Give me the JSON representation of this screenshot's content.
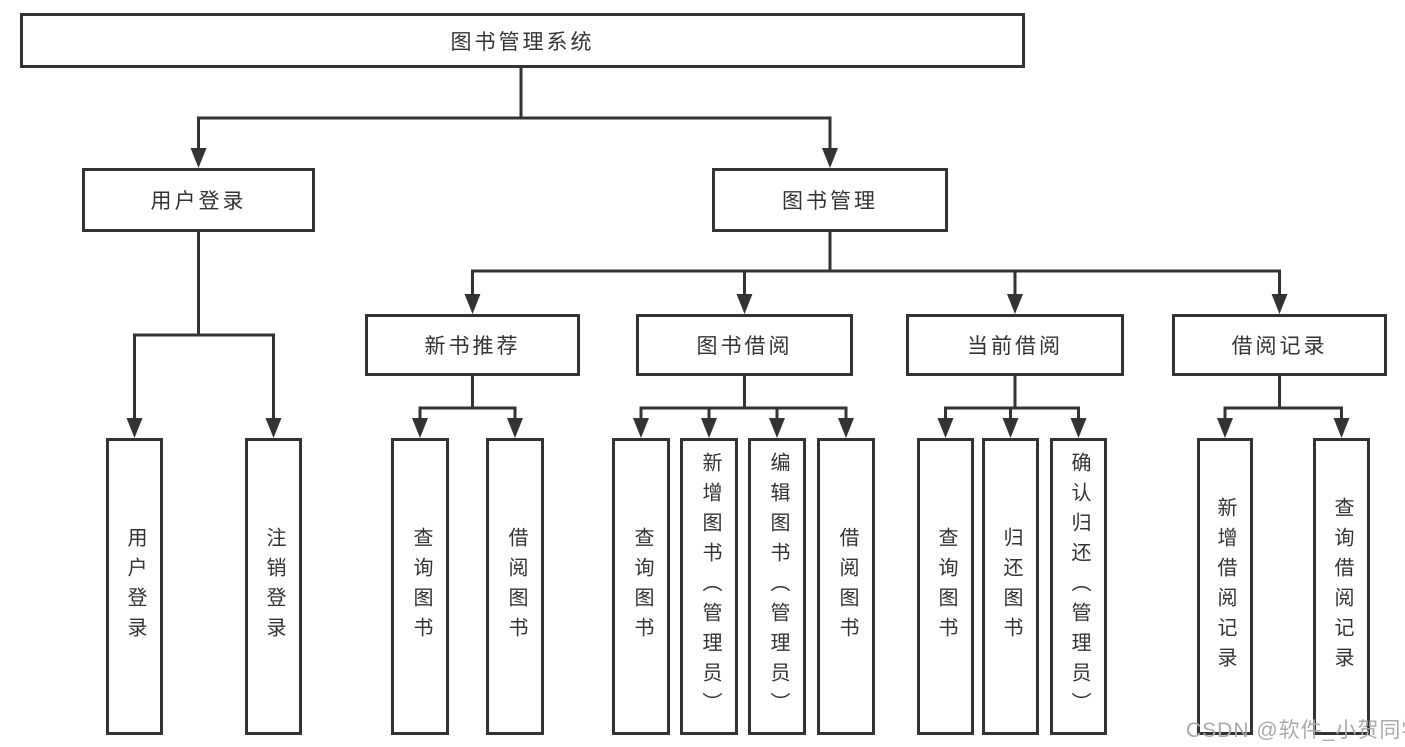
{
  "tree": {
    "root": {
      "label": "图书管理系统",
      "children": [
        {
          "label": "用户登录",
          "children": [
            {
              "label": "用户登录"
            },
            {
              "label": "注销登录"
            }
          ]
        },
        {
          "label": "图书管理",
          "children": [
            {
              "label": "新书推荐",
              "children": [
                {
                  "label": "查询图书"
                },
                {
                  "label": "借阅图书"
                }
              ]
            },
            {
              "label": "图书借阅",
              "children": [
                {
                  "label": "查询图书"
                },
                {
                  "label": "新增图书（管理员）"
                },
                {
                  "label": "编辑图书（管理员）"
                },
                {
                  "label": "借阅图书"
                }
              ]
            },
            {
              "label": "当前借阅",
              "children": [
                {
                  "label": "查询图书"
                },
                {
                  "label": "归还图书"
                },
                {
                  "label": "确认归还（管理员）"
                }
              ]
            },
            {
              "label": "借阅记录",
              "children": [
                {
                  "label": "新增借阅记录"
                },
                {
                  "label": "查询借阅记录"
                }
              ]
            }
          ]
        }
      ]
    }
  },
  "watermark": {
    "text": "CSDN @软件_小贺同学"
  },
  "colors": {
    "line": "#333333",
    "box_border": "#333333",
    "text": "#333333",
    "watermark": "#aaaaaa",
    "background": "#ffffff"
  }
}
